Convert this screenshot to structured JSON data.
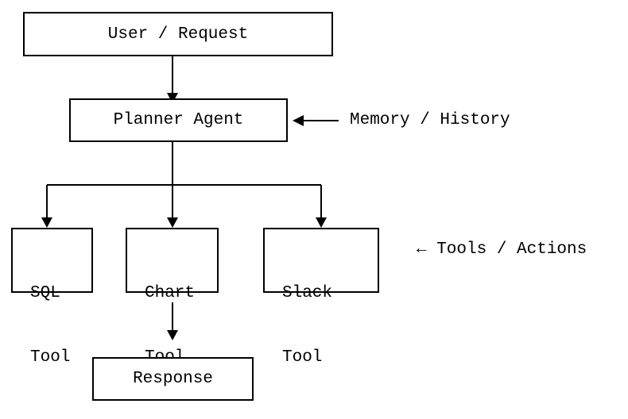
{
  "nodes": {
    "user_request": "User / Request",
    "planner_agent": "Planner Agent",
    "sql_tool": {
      "line1": "SQL",
      "line2": "Tool"
    },
    "chart_tool": {
      "line1": "Chart",
      "line2": "Tool"
    },
    "slack_tool": {
      "line1": "Slack",
      "line2": "Tool"
    },
    "response": "Response"
  },
  "labels": {
    "memory": "Memory / History",
    "tools": "← Tools / Actions"
  }
}
